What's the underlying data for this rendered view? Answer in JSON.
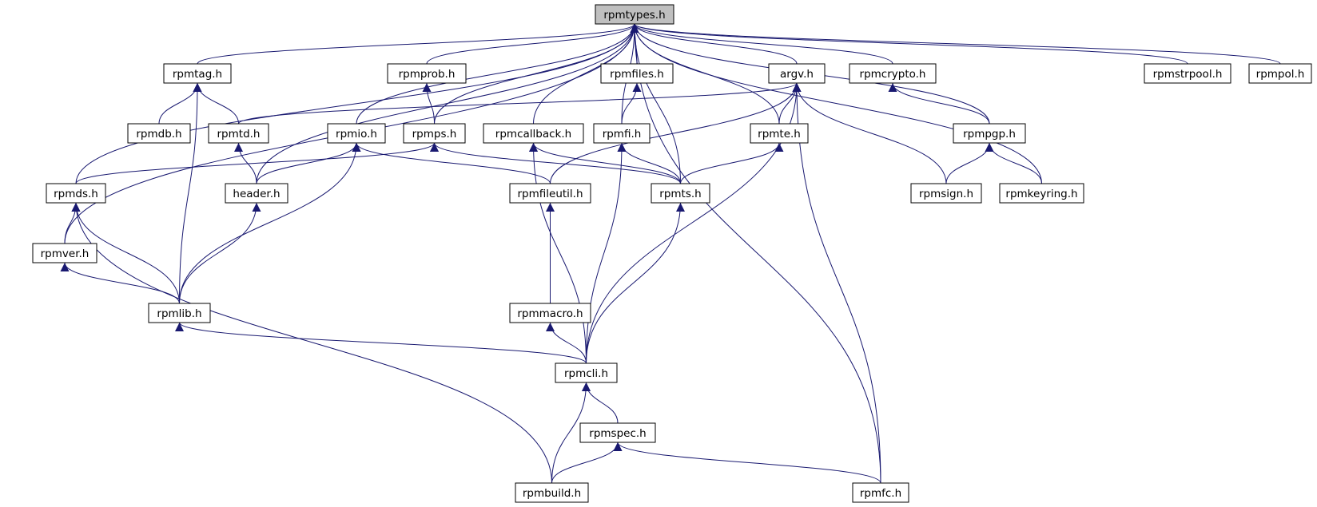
{
  "colors": {
    "edge": "#191970",
    "node_fill": "#ffffff",
    "root_fill": "#bfbfbf",
    "border": "#000000"
  },
  "nodes": [
    {
      "id": "rpmtypes",
      "label": "rpmtypes.h",
      "root": true
    },
    {
      "id": "rpmtag",
      "label": "rpmtag.h"
    },
    {
      "id": "rpmprob",
      "label": "rpmprob.h"
    },
    {
      "id": "rpmfiles",
      "label": "rpmfiles.h"
    },
    {
      "id": "argv",
      "label": "argv.h"
    },
    {
      "id": "rpmcrypto",
      "label": "rpmcrypto.h"
    },
    {
      "id": "rpmstrpool",
      "label": "rpmstrpool.h"
    },
    {
      "id": "rpmpol",
      "label": "rpmpol.h"
    },
    {
      "id": "rpmdb",
      "label": "rpmdb.h"
    },
    {
      "id": "rpmtd",
      "label": "rpmtd.h"
    },
    {
      "id": "rpmio",
      "label": "rpmio.h"
    },
    {
      "id": "rpmps",
      "label": "rpmps.h"
    },
    {
      "id": "rpmcallback",
      "label": "rpmcallback.h"
    },
    {
      "id": "rpmfi",
      "label": "rpmfi.h"
    },
    {
      "id": "rpmte",
      "label": "rpmte.h"
    },
    {
      "id": "rpmpgp",
      "label": "rpmpgp.h"
    },
    {
      "id": "rpmds",
      "label": "rpmds.h"
    },
    {
      "id": "header",
      "label": "header.h"
    },
    {
      "id": "rpmfileutil",
      "label": "rpmfileutil.h"
    },
    {
      "id": "rpmts",
      "label": "rpmts.h"
    },
    {
      "id": "rpmsign",
      "label": "rpmsign.h"
    },
    {
      "id": "rpmkeyring",
      "label": "rpmkeyring.h"
    },
    {
      "id": "rpmver",
      "label": "rpmver.h"
    },
    {
      "id": "rpmlib",
      "label": "rpmlib.h"
    },
    {
      "id": "rpmmacro",
      "label": "rpmmacro.h"
    },
    {
      "id": "rpmcli",
      "label": "rpmcli.h"
    },
    {
      "id": "rpmspec",
      "label": "rpmspec.h"
    },
    {
      "id": "rpmbuild",
      "label": "rpmbuild.h"
    },
    {
      "id": "rpmfc",
      "label": "rpmfc.h"
    }
  ],
  "edges": [
    [
      "rpmtag",
      "rpmtypes"
    ],
    [
      "rpmprob",
      "rpmtypes"
    ],
    [
      "rpmfiles",
      "rpmtypes"
    ],
    [
      "argv",
      "rpmtypes"
    ],
    [
      "rpmcrypto",
      "rpmtypes"
    ],
    [
      "rpmstrpool",
      "rpmtypes"
    ],
    [
      "rpmpol",
      "rpmtypes"
    ],
    [
      "rpmio",
      "rpmtypes"
    ],
    [
      "rpmps",
      "rpmtypes"
    ],
    [
      "rpmcallback",
      "rpmtypes"
    ],
    [
      "rpmfi",
      "rpmtypes"
    ],
    [
      "rpmte",
      "rpmtypes"
    ],
    [
      "rpmpgp",
      "rpmtypes"
    ],
    [
      "rpmds",
      "rpmtypes"
    ],
    [
      "header",
      "rpmtypes"
    ],
    [
      "rpmts",
      "rpmtypes"
    ],
    [
      "rpmkeyring",
      "rpmtypes"
    ],
    [
      "rpmver",
      "rpmtypes"
    ],
    [
      "rpmfc",
      "rpmtypes"
    ],
    [
      "rpmdb",
      "rpmtag"
    ],
    [
      "rpmtd",
      "rpmtag"
    ],
    [
      "rpmlib",
      "rpmtag"
    ],
    [
      "rpmps",
      "rpmprob"
    ],
    [
      "rpmfi",
      "rpmfiles"
    ],
    [
      "rpmtd",
      "argv"
    ],
    [
      "rpmfileutil",
      "argv"
    ],
    [
      "rpmte",
      "argv"
    ],
    [
      "rpmsign",
      "argv"
    ],
    [
      "rpmcli",
      "argv"
    ],
    [
      "rpmfc",
      "argv"
    ],
    [
      "rpmpgp",
      "rpmcrypto"
    ],
    [
      "header",
      "rpmtd"
    ],
    [
      "header",
      "rpmio"
    ],
    [
      "rpmfileutil",
      "rpmio"
    ],
    [
      "rpmlib",
      "rpmio"
    ],
    [
      "rpmds",
      "rpmps"
    ],
    [
      "rpmts",
      "rpmps"
    ],
    [
      "rpmts",
      "rpmcallback"
    ],
    [
      "rpmcli",
      "rpmcallback"
    ],
    [
      "rpmts",
      "rpmfi"
    ],
    [
      "rpmcli",
      "rpmfi"
    ],
    [
      "rpmts",
      "rpmte"
    ],
    [
      "rpmsign",
      "rpmpgp"
    ],
    [
      "rpmkeyring",
      "rpmpgp"
    ],
    [
      "rpmver",
      "rpmds"
    ],
    [
      "rpmlib",
      "rpmds"
    ],
    [
      "rpmbuild",
      "rpmds"
    ],
    [
      "rpmlib",
      "header"
    ],
    [
      "rpmmacro",
      "rpmfileutil"
    ],
    [
      "rpmcli",
      "rpmts"
    ],
    [
      "rpmlib",
      "rpmver"
    ],
    [
      "rpmcli",
      "rpmlib"
    ],
    [
      "rpmcli",
      "rpmmacro"
    ],
    [
      "rpmspec",
      "rpmcli"
    ],
    [
      "rpmbuild",
      "rpmcli"
    ],
    [
      "rpmbuild",
      "rpmspec"
    ],
    [
      "rpmfc",
      "rpmspec"
    ]
  ]
}
